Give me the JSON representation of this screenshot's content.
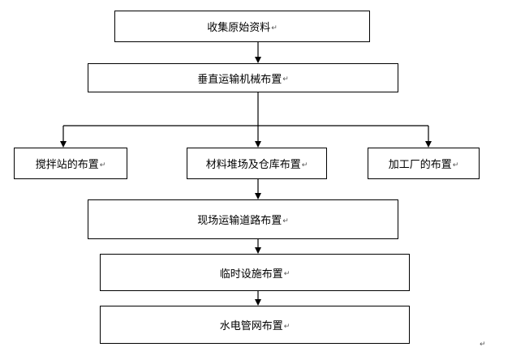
{
  "diagram": {
    "paragraph_mark": "↵",
    "nodes": {
      "collect": "收集原始资料",
      "vertical": "垂直运输机械布置",
      "mixing": "搅拌站的布置",
      "material": "材料堆场及仓库布置",
      "factory": "加工厂的布置",
      "road": "现场运输道路布置",
      "temp": "临时设施布置",
      "pipe": "水电管网布置"
    }
  }
}
